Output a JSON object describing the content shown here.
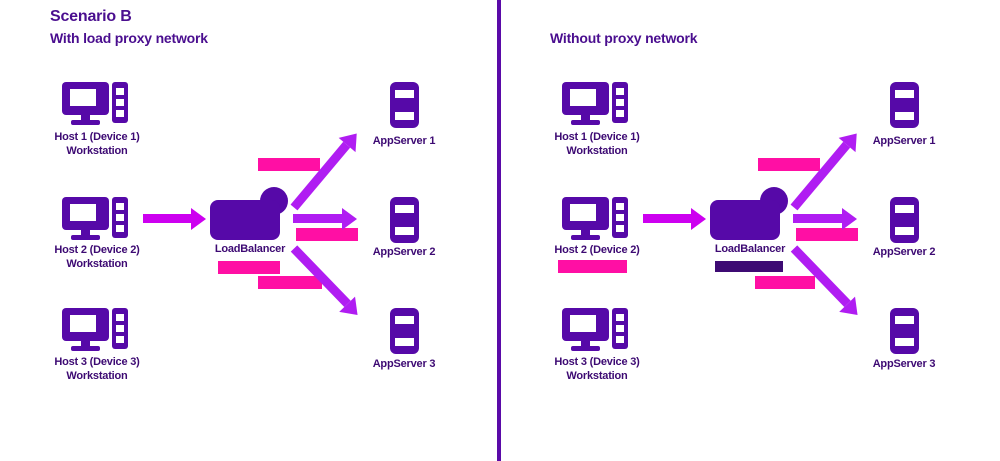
{
  "colors": {
    "background": "#ffffff",
    "icon_purple": "#5609a8",
    "text_purple": "#3d0a73",
    "heading_purple": "#4a0e8f",
    "arrow_violet": "#b01df2",
    "arrow_magenta": "#cd00f0",
    "highlight_pink": "#ff0fa4",
    "divider_purple": "#5a0aa8"
  },
  "left_panel": {
    "title": "Scenario B",
    "subtitle": "With load proxy network",
    "workstations": [
      {
        "line1": "Host 1 (Device 1)",
        "line2": "Workstation"
      },
      {
        "line1": "Host 2 (Device 2)",
        "line2": "Workstation"
      },
      {
        "line1": "Host 3 (Device 3)",
        "line2": "Workstation"
      }
    ],
    "balancer_label": "LoadBalancer",
    "servers": [
      "AppServer 1",
      "AppServer 2",
      "AppServer 3"
    ]
  },
  "right_panel": {
    "subtitle": "Without proxy network",
    "workstations": [
      {
        "line1": "Host 1 (Device 1)",
        "line2": "Workstation"
      },
      {
        "line1": "Host 2 (Device 2)",
        "line2": ""
      },
      {
        "line1": "Host 3 (Device 3)",
        "line2": "Workstation"
      }
    ],
    "balancer_label": "LoadBalancer",
    "servers": [
      "AppServer 1",
      "AppServer 2",
      "AppServer 3"
    ]
  }
}
